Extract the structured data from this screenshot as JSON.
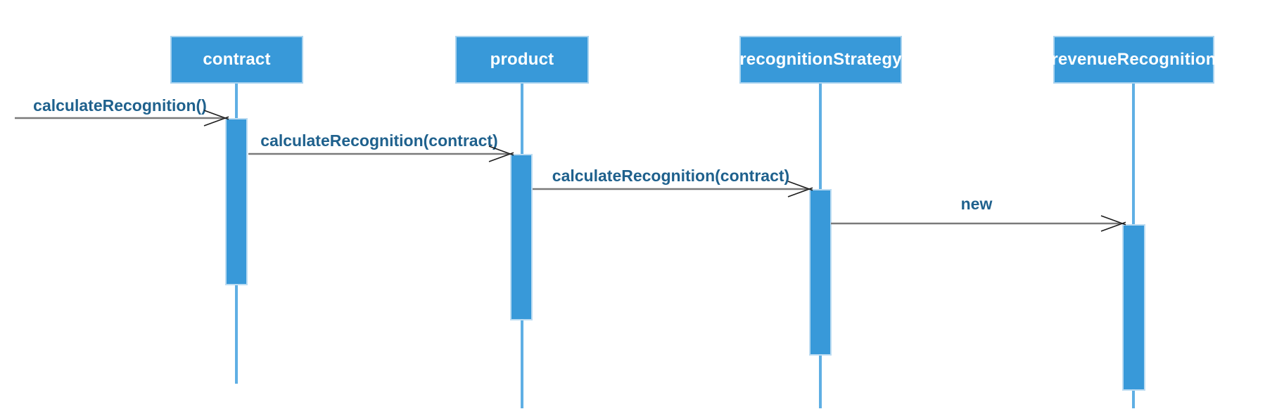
{
  "diagram": {
    "type": "uml-sequence-diagram",
    "colors": {
      "shape-fill": "#3899d9",
      "shape-border": "#a9d3ef",
      "lifeline": "#5fafe4",
      "activation-fill": "#3899d9",
      "activation-border": "#bcdcf2",
      "header-text": "#ffffff",
      "message-text": "#1f618d",
      "message-line": "#7a7a7a",
      "arrowhead": "#1c1c1c",
      "background": "#ffffff"
    },
    "lifelines": [
      {
        "label": "contract"
      },
      {
        "label": "product"
      },
      {
        "label": "recognitionStrategy"
      },
      {
        "label": "revenueRecognition"
      }
    ],
    "messages": [
      {
        "label": "calculateRecognition()",
        "from": "external",
        "to": "contract"
      },
      {
        "label": "calculateRecognition(contract)",
        "from": "contract",
        "to": "product"
      },
      {
        "label": "calculateRecognition(contract)",
        "from": "product",
        "to": "recognitionStrategy"
      },
      {
        "label": "new",
        "from": "recognitionStrategy",
        "to": "revenueRecognition"
      }
    ]
  }
}
